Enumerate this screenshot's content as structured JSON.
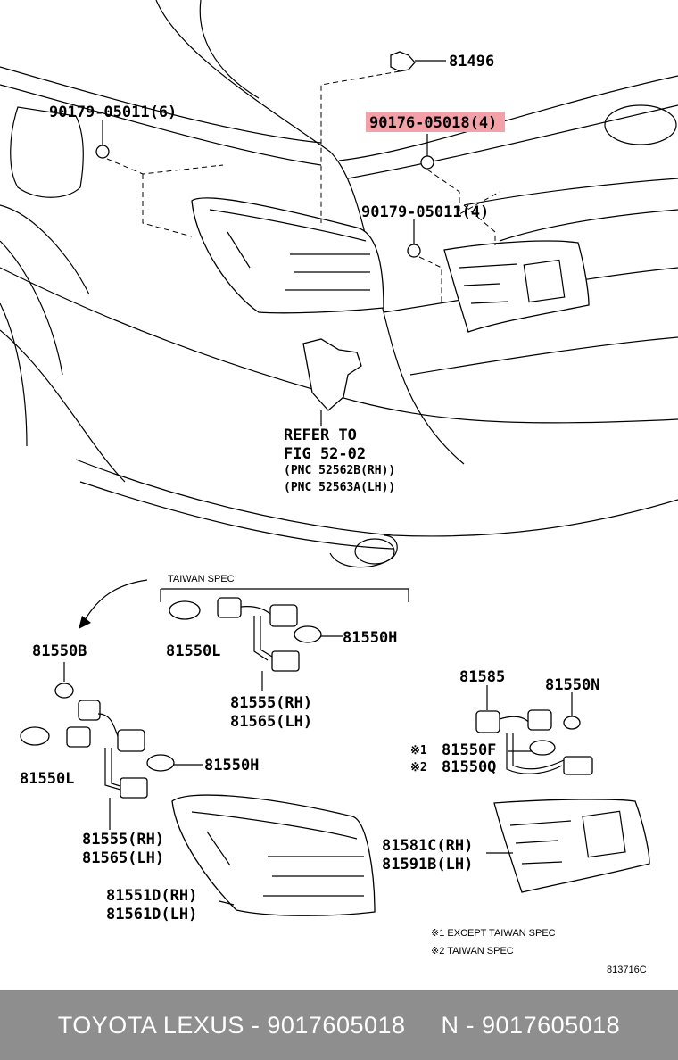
{
  "labels": {
    "p81496": "81496",
    "p90179_6": "90179-05011(6)",
    "p90176": "90176-05018(4)",
    "p90179_4": "90179-05011(4)",
    "refer1": "REFER TO",
    "refer2": "FIG 52-02",
    "refer3": "(PNC 52562B(RH))",
    "refer4": "(PNC 52563A(LH))",
    "taiwan": "TAIWAN SPEC",
    "p81550B": "81550B",
    "p81550L_a": "81550L",
    "p81550H_a": "81550H",
    "p81555rh_a": "81555(RH)",
    "p81565lh_a": "81565(LH)",
    "p81550L_b": "81550L",
    "p81550H_b": "81550H",
    "p81555rh_b": "81555(RH)",
    "p81565lh_b": "81565(LH)",
    "p81551D": "81551D(RH)",
    "p81561D": "81561D(LH)",
    "p81585": "81585",
    "p81550N": "81550N",
    "n1": "※1",
    "p81550F": "81550F",
    "n2": "※2",
    "p81550Q": "81550Q",
    "p81581C": "81581C(RH)",
    "p81591B": "81591B(LH)",
    "note1": "※1 EXCEPT TAIWAN SPEC",
    "note2": "※2 TAIWAN SPEC",
    "figno": "813716C"
  },
  "highlight_color": "#f4a0a8",
  "footer": {
    "text": "TOYOTA LEXUS - 9017605018     N - 9017605018",
    "bg": "#8e8e8e"
  }
}
